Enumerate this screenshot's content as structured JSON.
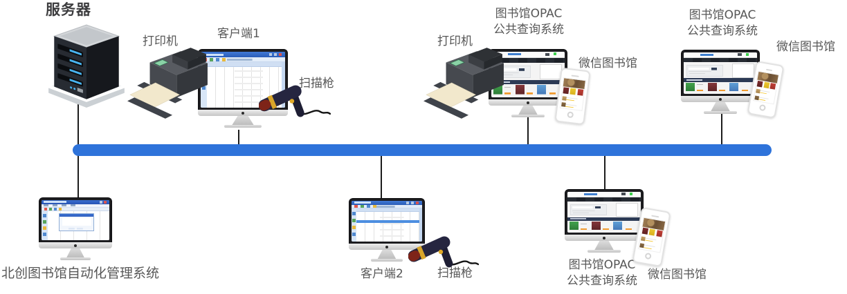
{
  "diagram": {
    "bus_color": "#2e73da",
    "label_color": "#575757",
    "labels": {
      "server": "服务器",
      "printer": "打印机",
      "client1": "客户端1",
      "client2": "客户端2",
      "scanner": "扫描枪",
      "opac_line1": "图书馆OPAC",
      "opac_line2": "公共查询系统",
      "wechat": "微信图书馆",
      "admin_system": "北创图书馆自动化管理系统"
    }
  }
}
